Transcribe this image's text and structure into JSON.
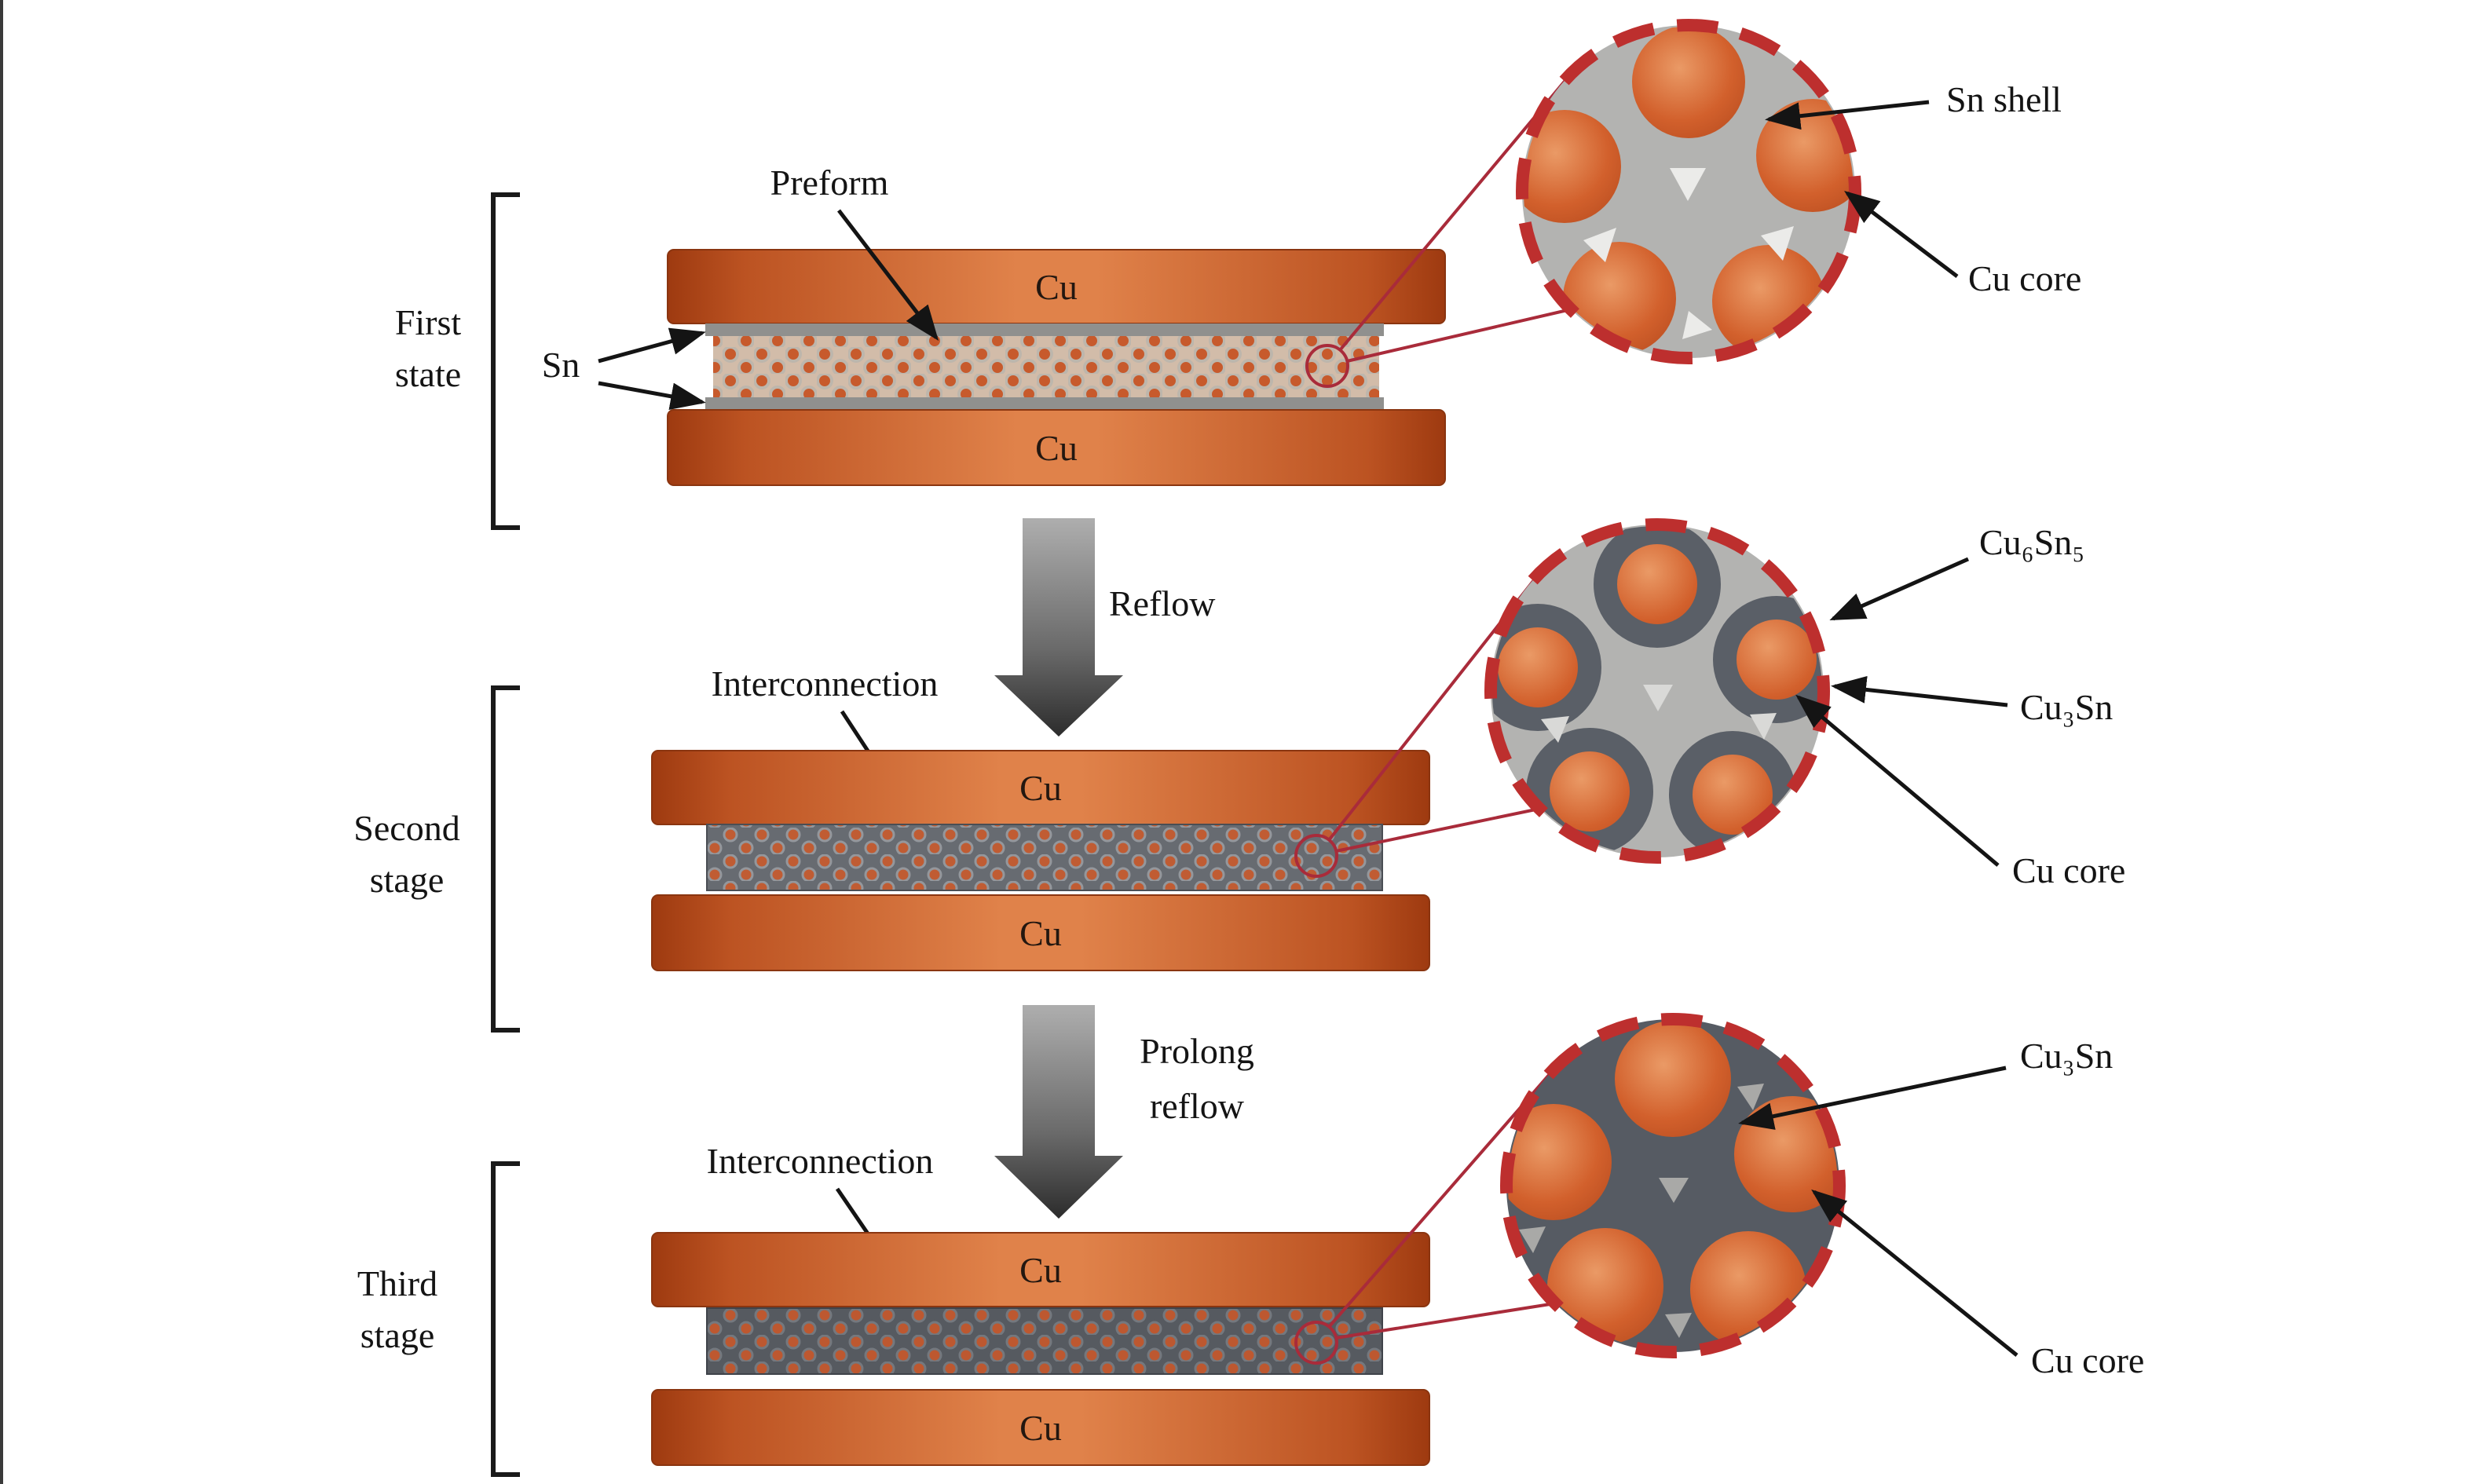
{
  "colors": {
    "copper_orange": "#d2602c",
    "tin_gray": "#b3b3b1",
    "imc_dark_gray": "#565b63",
    "accent_red": "#bd2f2e",
    "text": "#141414"
  },
  "stage1": {
    "bracket_label_line1": "First",
    "bracket_label_line2": "state",
    "preform_label": "Preform",
    "sn_label": "Sn",
    "cu_top_label": "Cu",
    "cu_bottom_label": "Cu",
    "zoom": {
      "shell_label": "Sn shell",
      "core_label": "Cu core"
    }
  },
  "transition1": {
    "label": "Reflow"
  },
  "stage2": {
    "bracket_label_line1": "Second",
    "bracket_label_line2": "stage",
    "interconnection_label": "Interconnection",
    "cu_top_label": "Cu",
    "cu_bottom_label": "Cu",
    "zoom": {
      "cu6sn5_label": "Cu₆Sn₅",
      "cu3sn_label": "Cu₃Sn",
      "core_label": "Cu core"
    }
  },
  "transition2": {
    "label_line1": "Prolong",
    "label_line2": "reflow"
  },
  "stage3": {
    "bracket_label_line1": "Third",
    "bracket_label_line2": "stage",
    "interconnection_label": "Interconnection",
    "cu_top_label": "Cu",
    "cu_bottom_label": "Cu",
    "zoom": {
      "cu3sn_label": "Cu₃Sn",
      "core_label": "Cu core"
    }
  }
}
